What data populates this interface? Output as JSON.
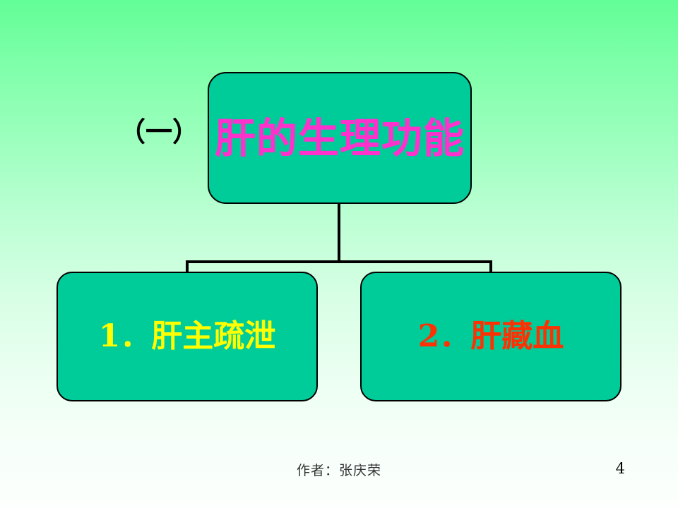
{
  "slide": {
    "background_top_color": "#63fe97",
    "background_bottom_color": "#fcfffd",
    "section_label": "（一）"
  },
  "chart": {
    "node_fill_color": "#00cc99",
    "node_border_color": "#000000",
    "connector_color": "#000000",
    "root": {
      "text": "肝的生理功能",
      "text_color": "#ff31cc"
    },
    "children": [
      {
        "text": "1．肝主疏泄",
        "text_color": "#ffff00"
      },
      {
        "text": "2．肝藏血",
        "text_color": "#fc3203"
      }
    ]
  },
  "footer": {
    "author": "作者：张庆荣",
    "page_number": "4"
  }
}
